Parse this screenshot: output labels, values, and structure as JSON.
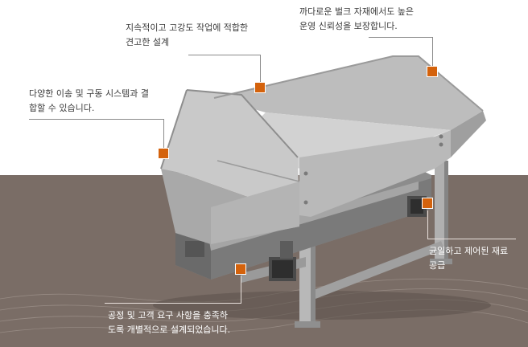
{
  "colors": {
    "accent": "#d4620c",
    "ground": "#7a6d66",
    "machine_light": "#c8c8c8",
    "machine_mid": "#a9a9a9",
    "machine_dark": "#6e6e6e"
  },
  "callouts": [
    {
      "id": "design",
      "lines": [
        "지속적이고 고강도 작업에 적합한",
        "견고한 설계"
      ]
    },
    {
      "id": "reliability",
      "lines": [
        "까다로운 벌크 자재에서도 높은",
        "운영 신뢰성을 보장합니다."
      ]
    },
    {
      "id": "drives",
      "lines": [
        "다양한 이송 및 구동 시스템과 결",
        "합할 수 있습니다."
      ]
    },
    {
      "id": "feeding",
      "lines": [
        "균일하고 제어된 재료",
        "공급"
      ]
    },
    {
      "id": "custom",
      "lines": [
        "공정 및 고객 요구 사항을 충족하",
        "도록 개별적으로 설계되었습니다."
      ]
    }
  ]
}
